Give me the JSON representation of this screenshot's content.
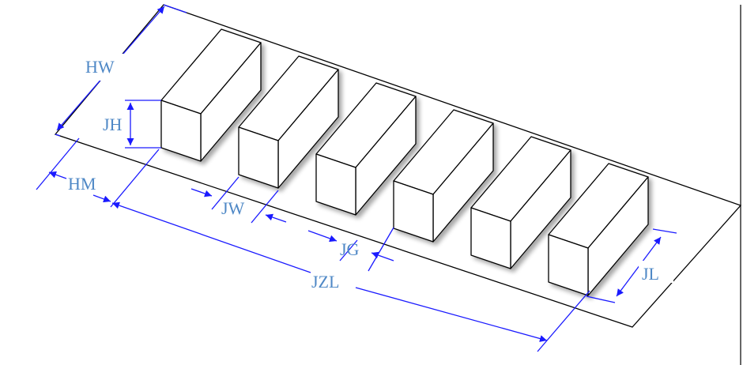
{
  "labels": {
    "hw": "HW",
    "jh": "JH",
    "hm": "HM",
    "jw": "JW",
    "jg": "JG",
    "jzl": "JZL",
    "jl": "JL"
  },
  "colors": {
    "label": "#4f88c6",
    "dimension": "#1a1aff",
    "outline": "#000000",
    "shadow": "#cfcfcf"
  },
  "block_count": 6
}
